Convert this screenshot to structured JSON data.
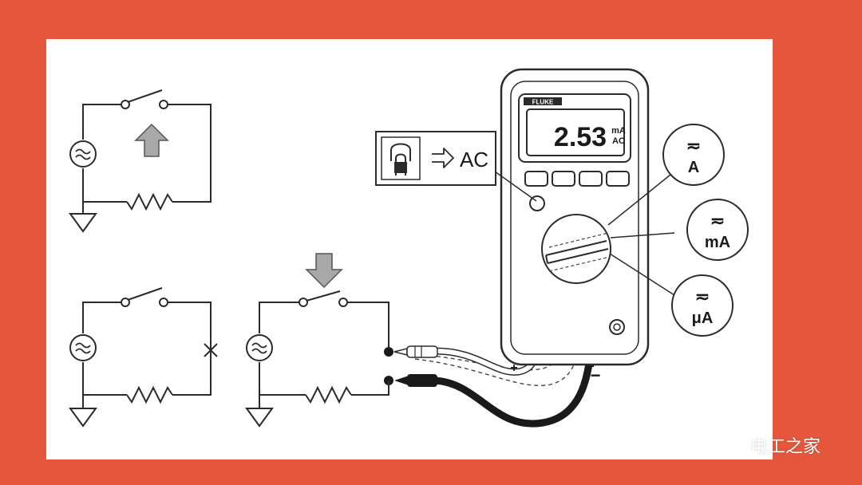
{
  "colors": {
    "frame": "#e4573d",
    "panel": "#ffffff",
    "line": "#2b2b2b",
    "arrow_fill": "#a8a8a8",
    "lead_black": "#1a1a1a"
  },
  "meter": {
    "brand": "FLUKE",
    "reading": "2.53",
    "unit_top": "mA",
    "unit_bottom": "AC"
  },
  "callout_ac": {
    "label": "AC"
  },
  "range_badges": [
    {
      "symbol": "≂",
      "unit": "A"
    },
    {
      "symbol": "≂",
      "unit": "mA"
    },
    {
      "symbol": "≂",
      "unit": "μA"
    }
  ],
  "probe_signs": {
    "positive": "+",
    "negative": "−"
  },
  "watermark": {
    "text": "电工之家",
    "icon": "wechat-icon"
  }
}
